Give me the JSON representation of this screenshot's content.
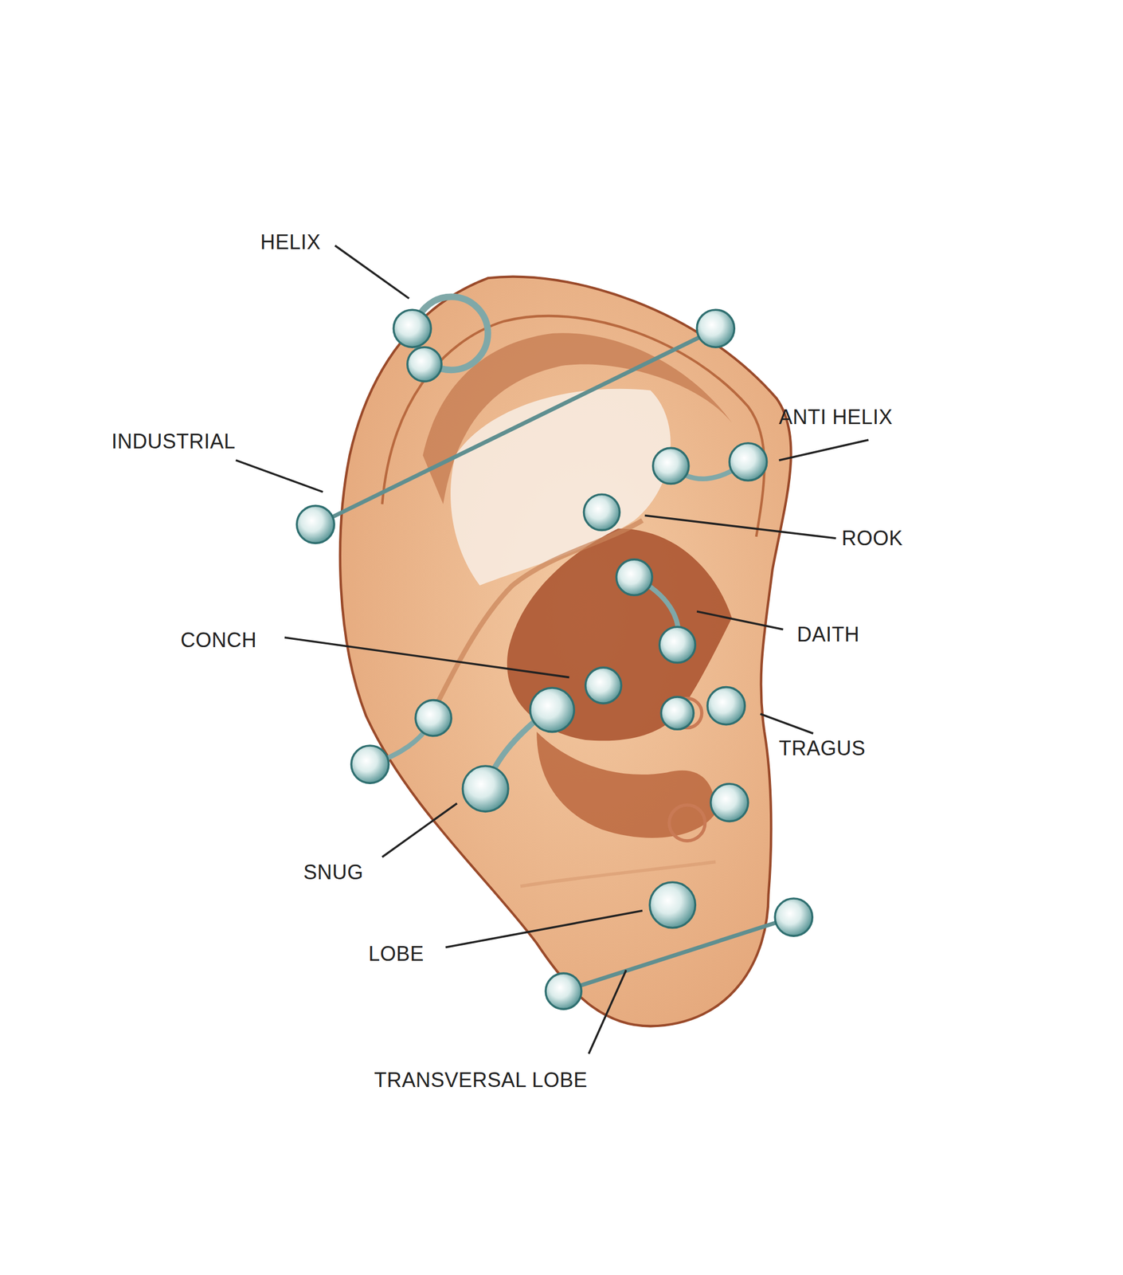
{
  "diagram": {
    "labels": [
      "HELIX",
      "INDUSTRIAL",
      "ANTI HELIX",
      "ROOK",
      "DAITH",
      "CONCH",
      "TRAGUS",
      "SNUG",
      "LOBE",
      "TRANSVERSAL LOBE"
    ]
  }
}
